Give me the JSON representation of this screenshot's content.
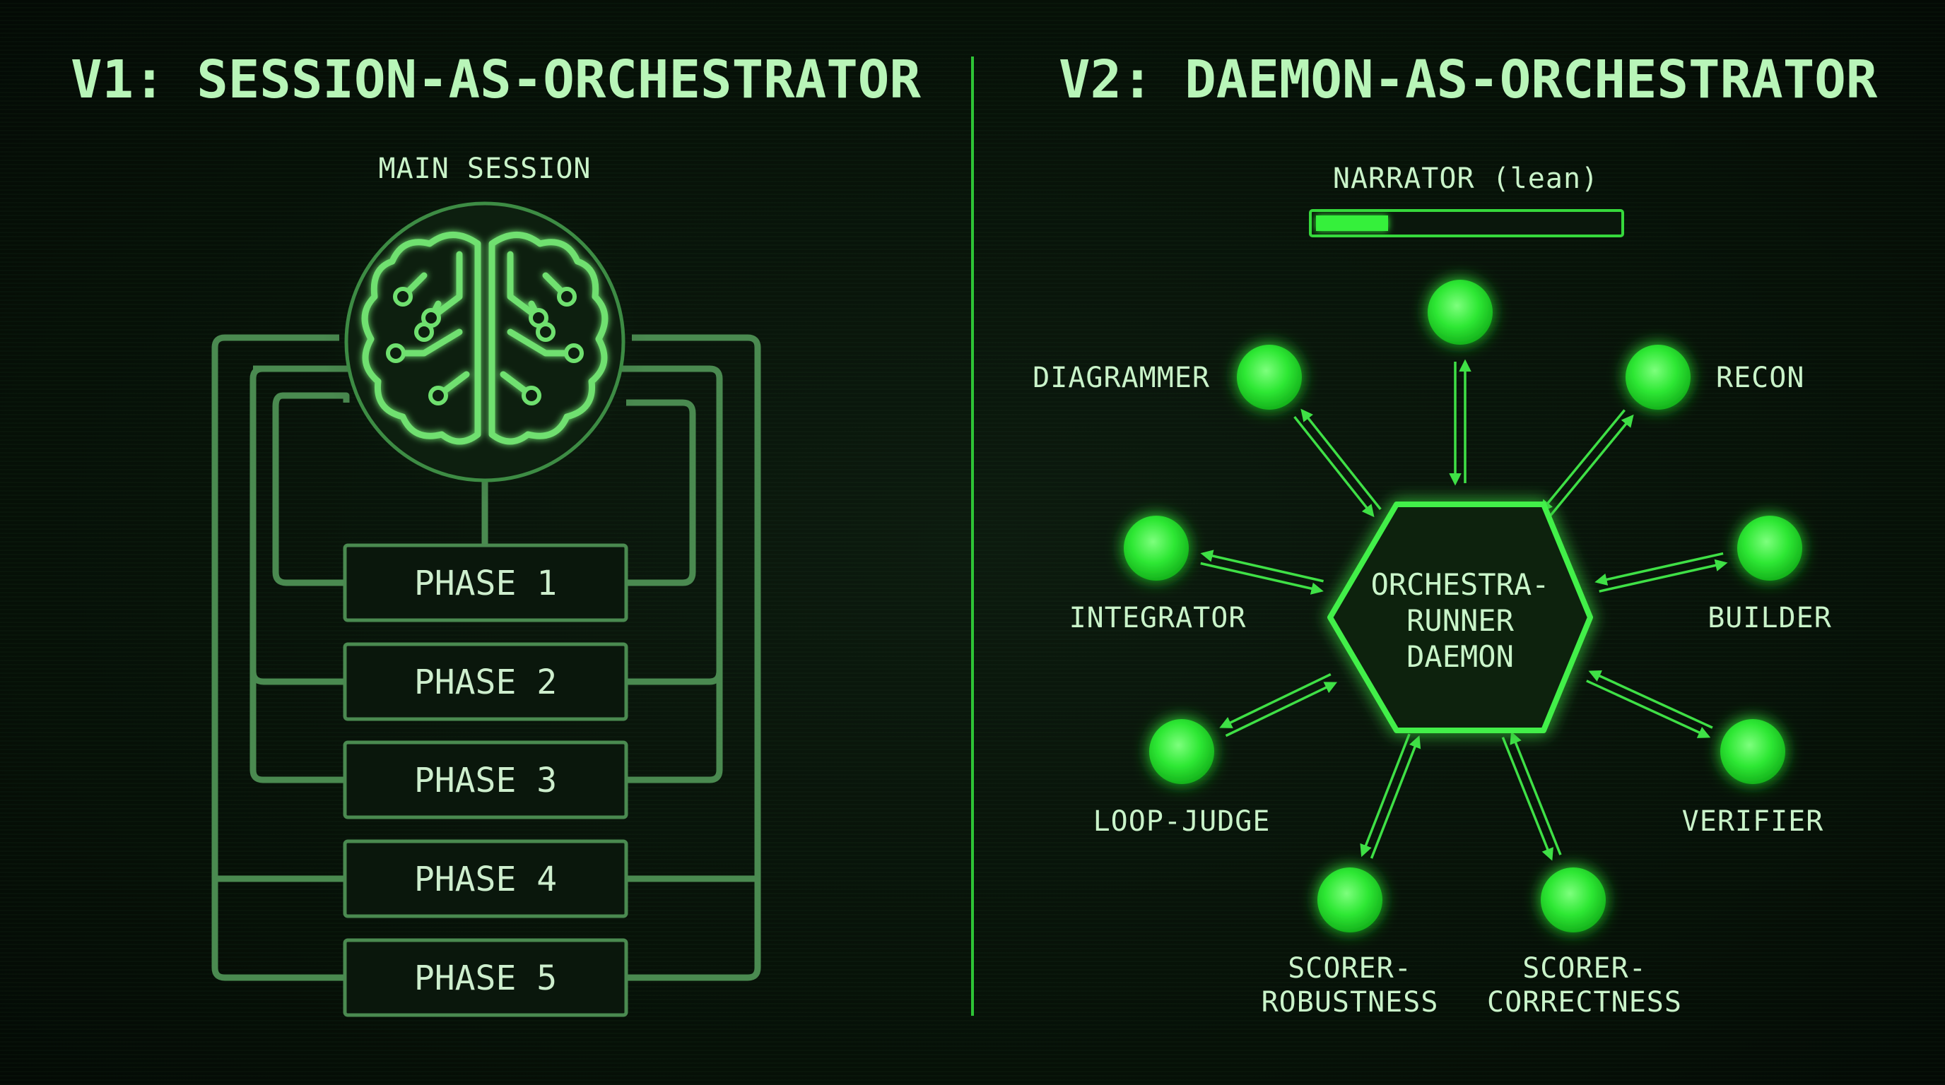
{
  "titles": {
    "v1": "V1: SESSION-AS-ORCHESTRATOR",
    "v2": "V2: DAEMON-AS-ORCHESTRATOR"
  },
  "v1": {
    "main_label": "MAIN SESSION",
    "phases": [
      "PHASE 1",
      "PHASE 2",
      "PHASE 3",
      "PHASE 4",
      "PHASE 5"
    ]
  },
  "v2": {
    "narrator_label": "NARRATOR (lean)",
    "narrator_fill_fraction": 0.24,
    "hub_lines": [
      "ORCHESTRA-",
      "RUNNER",
      "DAEMON"
    ],
    "agents": {
      "top": "",
      "diagrammer": "DIAGRAMMER",
      "recon": "RECON",
      "integrator": "INTEGRATOR",
      "builder": "BUILDER",
      "loop_judge": "LOOP-JUDGE",
      "verifier": "VERIFIER",
      "scorer_robustness_1": "SCORER-",
      "scorer_robustness_2": "ROBUSTNESS",
      "scorer_correctness_1": "SCORER-",
      "scorer_correctness_2": "CORRECTNESS"
    }
  },
  "colors": {
    "accent": "#35f03a",
    "dim_green": "#5a9a60",
    "text": "#c9f3c9",
    "background": "#071008"
  }
}
